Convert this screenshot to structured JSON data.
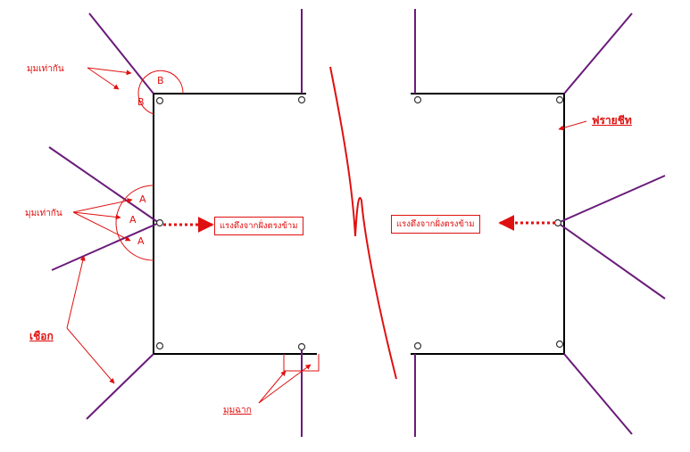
{
  "labels": {
    "equal_angle_top": "มุมเท่ากัน",
    "equal_angle_mid": "มุมเท่ากัน",
    "pull_left": "แรงดึงจากฝั่งตรงข้าม",
    "pull_right": "แรงดึงจากฝั่งตรงข้าม",
    "flysheet": "ฟรายชีท",
    "rope": "เชือก",
    "right_angle": "มุมฉาก",
    "angle_b": "B",
    "angle_a": "A"
  },
  "colors": {
    "frame": "#000000",
    "rope": "#6a1b7a",
    "annotation": "#e01010"
  }
}
